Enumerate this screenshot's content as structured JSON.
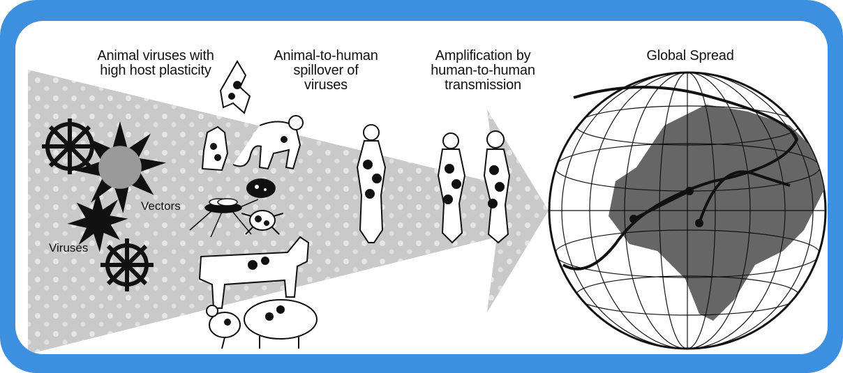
{
  "stages": [
    {
      "id": "reservoir",
      "title": "Animal viruses with\nhigh host plasticity"
    },
    {
      "id": "spillover",
      "title": "Animal-to-human\nspillover of\nviruses"
    },
    {
      "id": "amplification",
      "title": "Amplification by\nhuman-to-human\ntransmission"
    },
    {
      "id": "global",
      "title": "Global Spread"
    }
  ],
  "labels": {
    "vectors": "Vectors",
    "viruses": "Viruses"
  },
  "colors": {
    "frame": "#3d8fe0",
    "arrow_fill": "#c7c7c7",
    "land": "#666666",
    "ink": "#111111"
  }
}
